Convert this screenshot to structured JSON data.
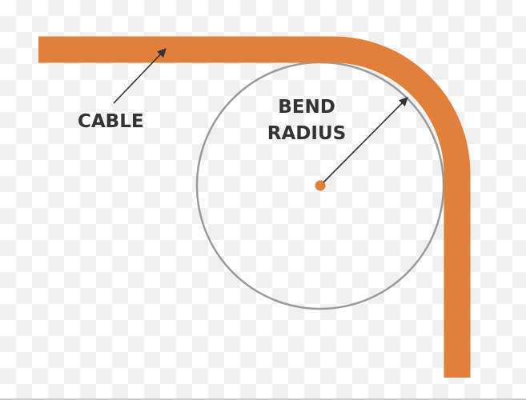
{
  "diagram": {
    "labels": {
      "cable": "CABLE",
      "bend_radius_line1": "BEND",
      "bend_radius_line2": "RADIUS"
    },
    "colors": {
      "cable": "#E0803A",
      "center_dot": "#E0803A",
      "circle": "#9A9A9A",
      "arrow": "#333333",
      "text": "#333333"
    }
  }
}
